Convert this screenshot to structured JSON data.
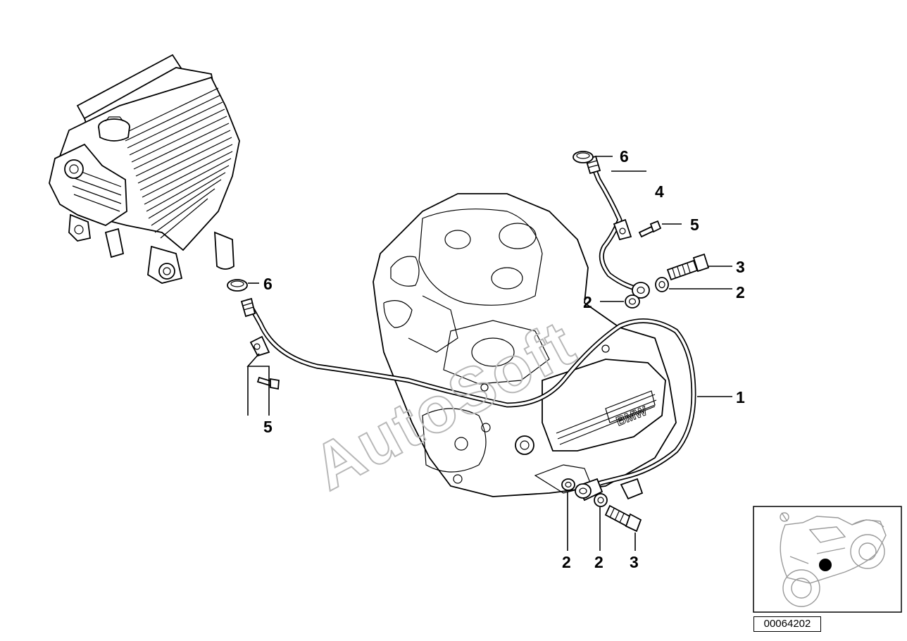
{
  "diagram": {
    "watermark": "AutoSoft",
    "diagram_id": "00064202",
    "callouts": {
      "c1": "1",
      "c2a": "2",
      "c2b": "2",
      "c2c": "2",
      "c2d": "2",
      "c3a": "3",
      "c3b": "3",
      "c4": "4",
      "c5a": "5",
      "c5b": "5",
      "c6a": "6",
      "c6b": "6"
    }
  }
}
